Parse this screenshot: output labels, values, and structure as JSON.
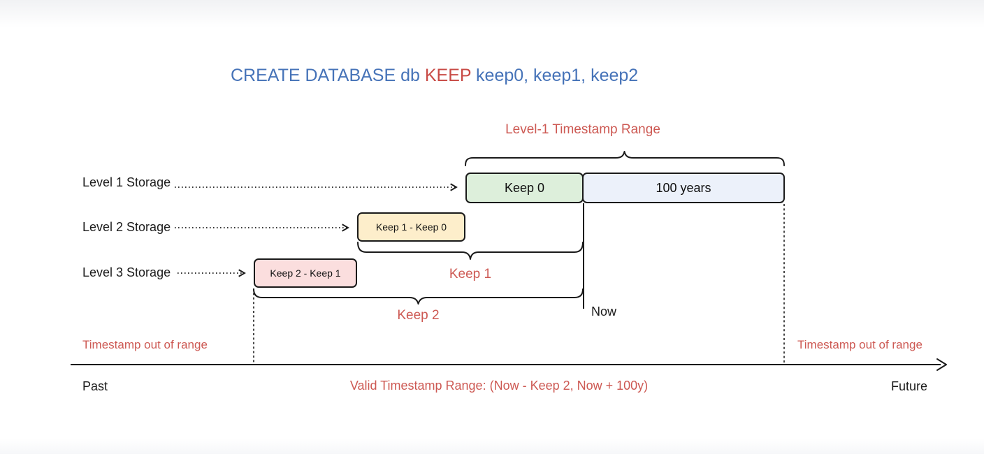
{
  "title": {
    "prefix": "CREATE DATABASE db ",
    "keyword": "KEEP",
    "suffix": " keep0, keep1, keep2"
  },
  "storage": {
    "rows": [
      {
        "label": "Level 1 Storage"
      },
      {
        "label": "Level 2 Storage"
      },
      {
        "label": "Level 3 Storage"
      }
    ]
  },
  "boxes": {
    "keep0": "Keep 0",
    "hundred_years": "100 years",
    "keep1_minus_keep0": "Keep 1 - Keep 0",
    "keep2_minus_keep1": "Keep 2 - Keep 1"
  },
  "annotations": {
    "level1_range": "Level-1 Timestamp Range",
    "keep1": "Keep 1",
    "keep2": "Keep 2",
    "now": "Now",
    "out_of_range_left": "Timestamp out of range",
    "out_of_range_right": "Timestamp out of range",
    "valid_range": "Valid Timestamp Range: (Now - Keep 2, Now + 100y)"
  },
  "axis": {
    "past": "Past",
    "future": "Future"
  },
  "colors": {
    "title_blue": "#4673b8",
    "keyword_red": "#c84a45",
    "accent_red": "#cd5953",
    "box_green": "#ddefdb",
    "box_blue": "#ecf1fa",
    "box_cream": "#fdeecb",
    "box_pink": "#fbdede",
    "stroke": "#1a1a1a"
  }
}
